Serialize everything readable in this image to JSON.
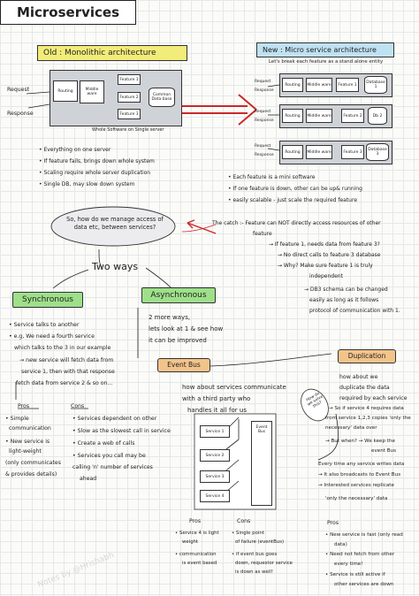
{
  "title": "Microservices",
  "old": {
    "heading": "Old : Monolithic architecture",
    "request": "Request",
    "response": "Response",
    "routing": "Routing",
    "middleware": "Middle ware",
    "f1": "Feature 1",
    "f2": "Feature 2",
    "f3": "Feature 3",
    "db": "Common Data base",
    "caption": "Whole Software on Single server",
    "bullets": [
      "• Everything on one server",
      "• If feature fails, brings down whole system",
      "• Scaling require whole server duplication",
      "• Single DB, may slow down system"
    ]
  },
  "new": {
    "heading": "New : Micro service architecture",
    "sub": "Let's break each feature as a stand alone entity",
    "request": "Request",
    "response": "Response",
    "routing": "Routing",
    "middleware": "Middle ware",
    "features": [
      "Feature 1",
      "Feature 2",
      "Feature 3"
    ],
    "dbs": [
      "Database 1",
      "Db 2",
      "Database 3"
    ],
    "bullets": [
      "• Each feature is a mini software",
      "• If one feature is down, other can be up& running",
      "• easily scalable - just scale the required feature"
    ]
  },
  "question": "So, how do we manage access of data etc, between services?",
  "catch": {
    "lines": [
      "The catch :- Feature can NOT directly access resources of other",
      "feature",
      "→ If feature 1, needs data from feature 3?",
      "→ No direct calls to feature 3 database",
      "→ Why? Make sure feature 1 is truly",
      "independent",
      "→ DB3 schema can be changed",
      "easily as long as it follows",
      "protocol of communication with 1."
    ]
  },
  "two_ways": "Two ways",
  "sync": {
    "label": "Synchronous",
    "lines": [
      "• Service talks to another",
      "• e.g, We need a fourth service",
      "which talks to the 3 in our example",
      "→ new service will fetch data from",
      "service 1, then with that response",
      "fetch data from service 2 & so on..."
    ],
    "pros_h": "Pros",
    "cons_h": "Cons",
    "pros": [
      "• Simple",
      "communication",
      "• New service is",
      "light-weight",
      "(only communicates",
      "& provides details)"
    ],
    "cons": [
      "• Services dependent on other",
      "• Slow as the slowest call in service",
      "• Create a web of calls",
      "• Services you call may be",
      "calling 'n' number of services",
      "ahead"
    ]
  },
  "async": {
    "label": "Asynchronous",
    "lines": [
      "2 more ways,",
      "lets look at 1 & see how",
      "it can be improved"
    ],
    "eventbus": "Event Bus",
    "how": [
      "how about services communicate",
      "with a third party who",
      "handles it all for us"
    ],
    "how_do": "How do we solve this?",
    "services": [
      "Service 1",
      "Service 2",
      "Service 3",
      "Service 4"
    ],
    "bus": "Event Bus",
    "pros_h": "Pros",
    "cons_h": "Cons",
    "pros": [
      "• Service 4 is light",
      "weight",
      "• communication",
      "is event based"
    ],
    "cons": [
      "• Single point",
      "of failure (eventBus)",
      "• if event bus goes",
      "down, requestor service",
      "is down as well!"
    ]
  },
  "dup": {
    "label": "Duplication",
    "lines": [
      "how about we",
      "duplicate the data",
      "required by each service",
      "→ So if service 4 requires data",
      "from service 1,2,3 copies 'only the",
      "necessary' data over",
      "→ But when? → We keep the",
      "event Bus",
      "Every time any service writes data",
      "→ It also broadcasts to Event Bus",
      "→ Interested services replicate",
      "'only the necessary' data"
    ],
    "pros_h": "Pros",
    "pros": [
      "• New service is fast (only read",
      "data)",
      "• Need not fetch from other",
      "every time!",
      "• Service is still active if",
      "other services are down"
    ]
  },
  "watermark": "Notes by @Hrishabh"
}
